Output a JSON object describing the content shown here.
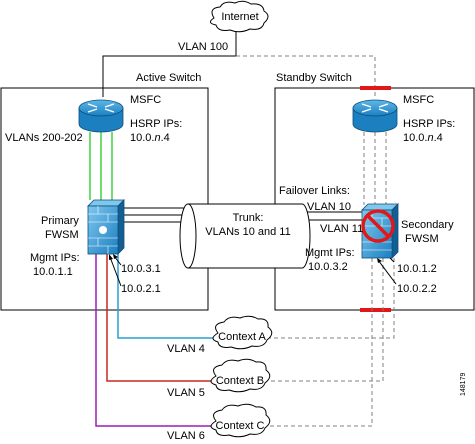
{
  "internet": {
    "label": "Internet"
  },
  "vlan_uplink": {
    "label": "VLAN 100"
  },
  "active_switch": {
    "title": "Active Switch",
    "msfc_label": "MSFC",
    "hsrp_label": "HSRP IPs:",
    "hsrp_prefix": "10.0.",
    "hsrp_var": "n",
    "hsrp_suffix": ".4",
    "vlans_label": "VLANs 200-202",
    "fwsm_line1": "Primary",
    "fwsm_line2": "FWSM",
    "mgmt_label": "Mgmt IPs:",
    "mgmt_ip": "10.0.1.1",
    "addr1": "10.0.3.1",
    "addr2": "10.0.2.1"
  },
  "standby_switch": {
    "title": "Standby Switch",
    "msfc_label": "MSFC",
    "hsrp_label": "HSRP IPs:",
    "hsrp_prefix": "10.0.",
    "hsrp_var": "n",
    "hsrp_suffix": ".4",
    "fwsm_line1": "Secondary",
    "fwsm_line2": "FWSM",
    "mgmt_label": "Mgmt IPs:",
    "mgmt_ip": "10.0.3.2",
    "addr1": "10.0.1.2",
    "addr2": "10.0.2.2"
  },
  "trunk": {
    "line1": "Trunk:",
    "line2": "VLANs 10 and 11"
  },
  "failover": {
    "title": "Failover Links:",
    "vlan_a": "VLAN 10",
    "vlan_b": "VLAN 11"
  },
  "contexts": [
    {
      "name": "Context A",
      "vlan": "VLAN 4"
    },
    {
      "name": "Context B",
      "vlan": "VLAN 5"
    },
    {
      "name": "Context C",
      "vlan": "VLAN 6"
    }
  ],
  "figure_id": "148179",
  "colors": {
    "line": "#000000",
    "dashed": "#808080",
    "green": "#3fd33f",
    "blue": "#2aa0d0",
    "red": "#c8281e",
    "purple": "#9b1fb8",
    "router_blue": "#1b7fc0",
    "failover_red": "#e01818"
  }
}
